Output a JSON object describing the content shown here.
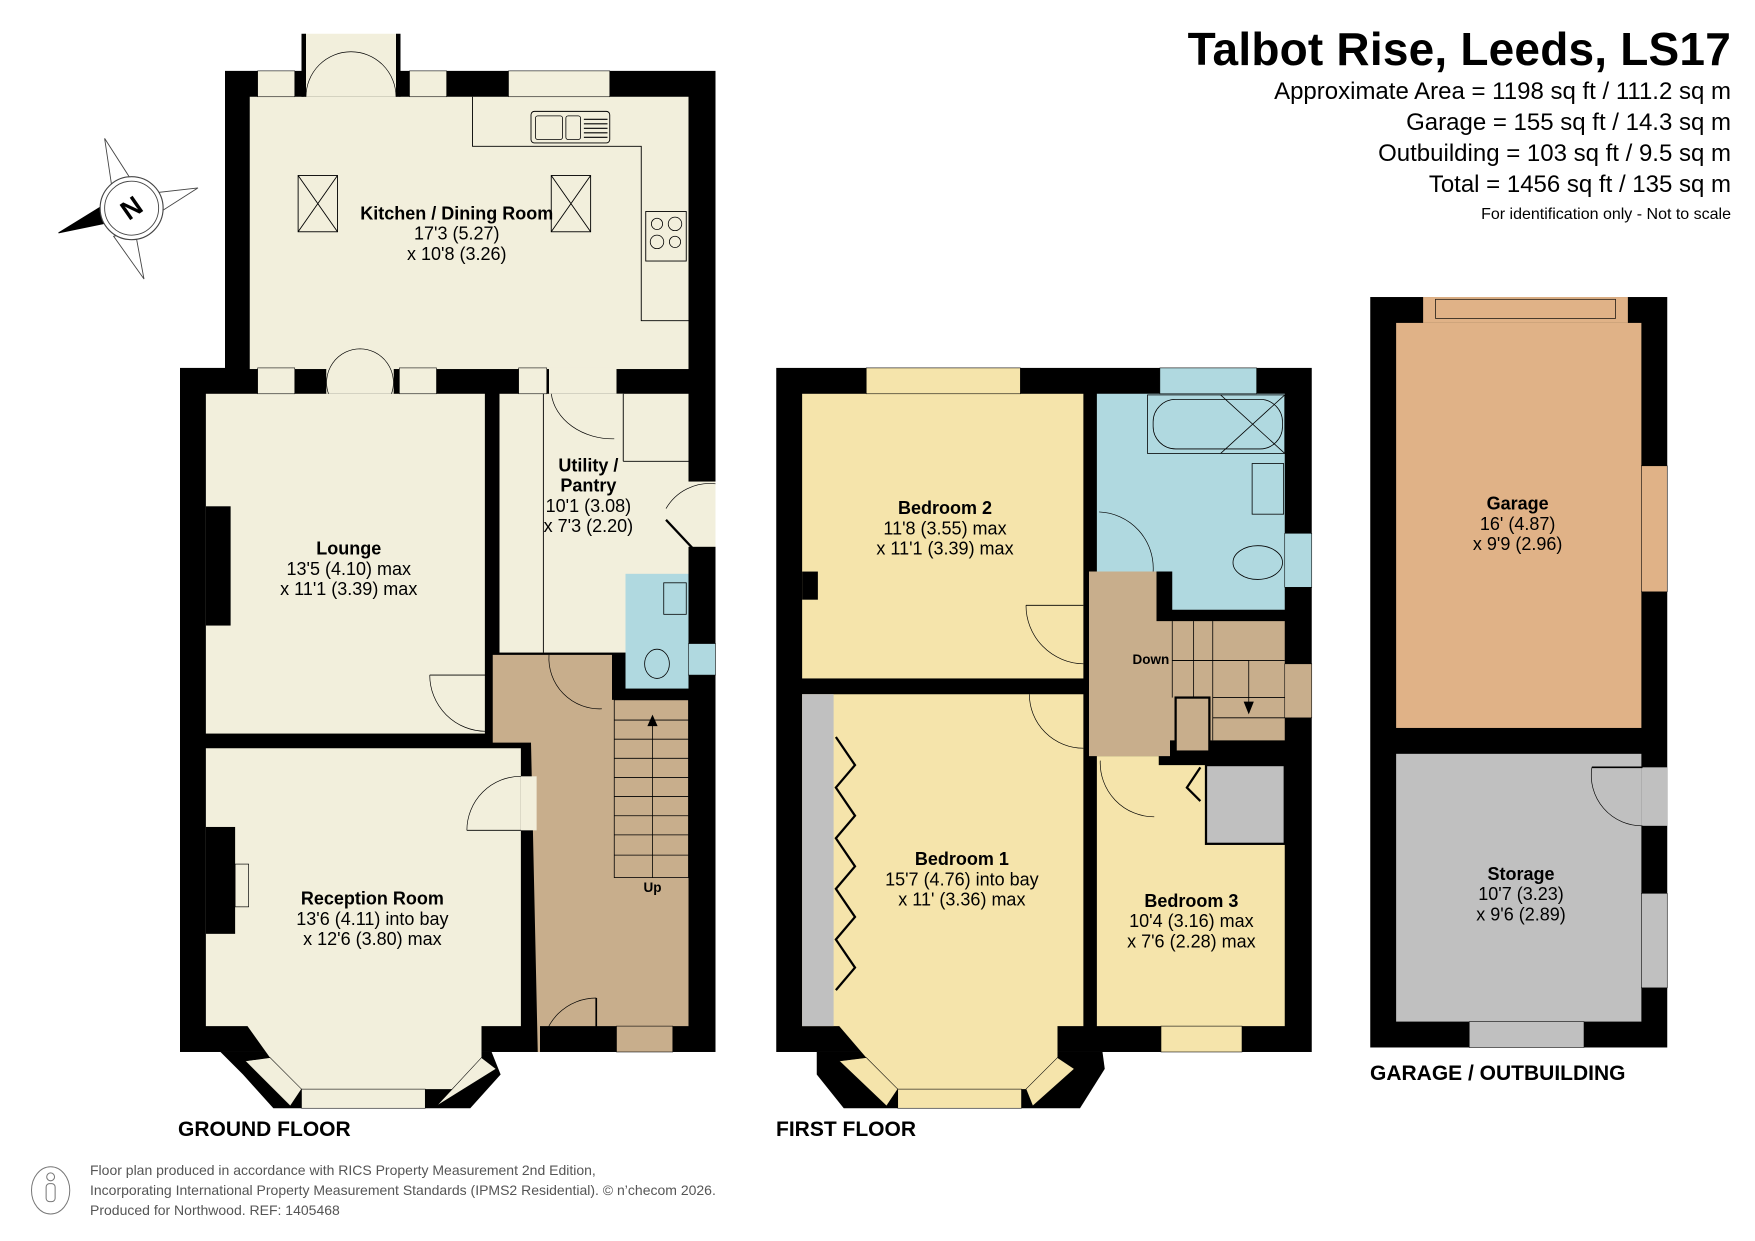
{
  "header": {
    "title": "Talbot Rise, Leeds, LS17",
    "areas": [
      "Approximate Area = 1198 sq ft / 111.2 sq m",
      "Garage = 155 sq ft / 14.3 sq m",
      "Outbuilding = 103 sq ft / 9.5 sq m",
      "Total = 1456 sq ft / 135 sq m"
    ],
    "disclaimer": "For identification only - Not to scale"
  },
  "compass": {
    "icon": "compass-north-icon",
    "letter": "N"
  },
  "colors": {
    "wall": "#000000",
    "ground_room": "#f2efdc",
    "hall": "#c8ae8c",
    "bedroom": "#f5e4ab",
    "bathroom": "#b0d9e0",
    "garage": "#e0b287",
    "storage": "#c0c0c0",
    "wardrobe": "#c0c0c0"
  },
  "floors": {
    "ground": {
      "label": "GROUND FLOOR",
      "rooms": [
        {
          "name": "Kitchen / Dining Room",
          "dim1": "17'3 (5.27)",
          "dim2": "x 10'8 (3.26)"
        },
        {
          "name": "Lounge",
          "dim1": "13'5 (4.10) max",
          "dim2": "x 11'1 (3.39) max"
        },
        {
          "name_line1": "Utility /",
          "name_line2": "Pantry",
          "dim1": "10'1 (3.08)",
          "dim2": "x 7'3 (2.20)"
        },
        {
          "name": "Reception Room",
          "dim1": "13'6 (4.11) into bay",
          "dim2": "x 12'6 (3.80) max"
        }
      ],
      "stairs_label": "Up"
    },
    "first": {
      "label": "FIRST FLOOR",
      "rooms": [
        {
          "name": "Bedroom 2",
          "dim1": "11'8 (3.55) max",
          "dim2": "x 11'1 (3.39) max"
        },
        {
          "name": "Bedroom 1",
          "dim1": "15'7 (4.76) into bay",
          "dim2": "x 11' (3.36) max"
        },
        {
          "name": "Bedroom 3",
          "dim1": "10'4 (3.16) max",
          "dim2": "x 7'6 (2.28) max"
        }
      ],
      "stairs_label": "Down"
    },
    "outbuilding": {
      "label": "GARAGE / OUTBUILDING",
      "rooms": [
        {
          "name": "Garage",
          "dim1": "16' (4.87)",
          "dim2": "x 9'9 (2.96)"
        },
        {
          "name": "Storage",
          "dim1": "10'7 (3.23)",
          "dim2": "x 9'6 (2.89)"
        }
      ]
    }
  },
  "footer": {
    "icon": "person-info-icon",
    "lines": [
      "Floor plan produced in accordance with RICS Property Measurement 2nd Edition,",
      "Incorporating International Property Measurement Standards (IPMS2 Residential).   © n’checom 2026.",
      "Produced for Northwood.   REF:    1405468"
    ]
  }
}
